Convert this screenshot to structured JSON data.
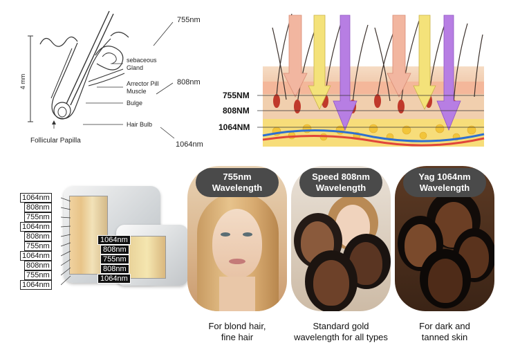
{
  "follicle": {
    "wavelengths": [
      "755nm",
      "808nm",
      "1064nm"
    ],
    "labels": {
      "sebaceous": "sebaceous",
      "gland": "Gland",
      "arrector1": "Arrector Pill",
      "arrector2": "Muscle",
      "bulge": "Bulge",
      "bulb": "Hair Bulb",
      "papilla": "Follicular Papilla",
      "depth": "4 mm"
    }
  },
  "skin": {
    "depth_labels": [
      "755NM",
      "808NM",
      "1064NM"
    ],
    "colors": {
      "salmon": "#f2b6a0",
      "yellow": "#f4e27a",
      "purple": "#b77ee3",
      "dermis": "#f0c9a9",
      "fat": "#f3d35a",
      "vein": "#2f6fcf",
      "artery": "#e0453a"
    }
  },
  "device": {
    "left_stack": [
      "1064nm",
      "808nm",
      "755nm",
      "1064nm",
      "808nm",
      "755nm",
      "1064nm",
      "808nm",
      "755nm",
      "1064nm"
    ],
    "right_stack": [
      "1064nm",
      "808nm",
      "755nm",
      "808nm",
      "1064nm"
    ]
  },
  "cards": [
    {
      "title1": "755nm",
      "title2": "Wavelength",
      "caption1": "For blond hair,",
      "caption2": "fine hair"
    },
    {
      "title1": "Speed 808nm",
      "title2": "Wavelength",
      "caption1": "Standard gold",
      "caption2": "wavelength for all types"
    },
    {
      "title1": "Yag 1064nm",
      "title2": "Wavelength",
      "caption1": "For dark and",
      "caption2": "tanned skin"
    }
  ]
}
